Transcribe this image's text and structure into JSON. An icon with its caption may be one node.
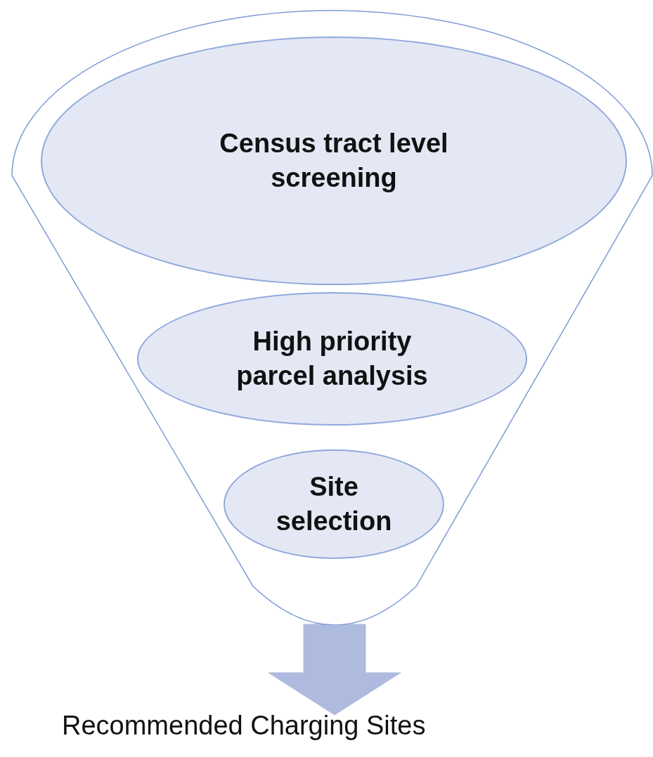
{
  "diagram": {
    "nodes": [
      {
        "text": [],
        "shape": "funnel"
      },
      {
        "text": [
          "Census tract level screening"
        ],
        "in": 0
      },
      {
        "text": [
          "High priority parcel analysis"
        ],
        "in": 0
      },
      {
        "text": [
          "Site selection"
        ],
        "in": 0
      },
      {
        "text": [
          "Recommended Charging Sites"
        ]
      }
    ],
    "edges": [
      {
        "from": 0,
        "to": 4,
        "arrow": "to",
        "style": "thick",
        "color": "#aebbdf"
      }
    ]
  }
}
